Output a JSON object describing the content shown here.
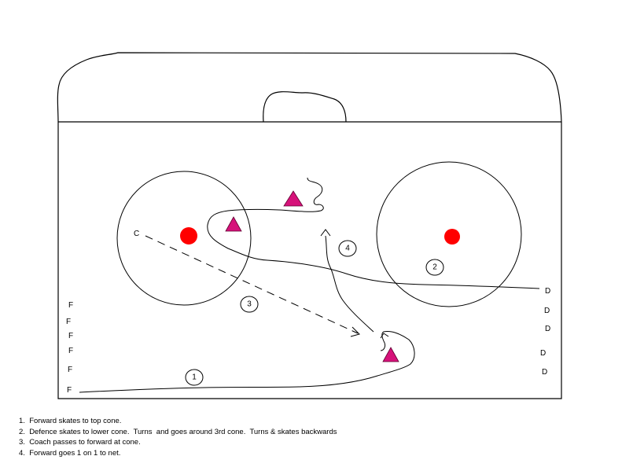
{
  "coach_label": "C",
  "forward_labels": [
    "F",
    "F",
    "F",
    "F",
    "F",
    "F"
  ],
  "defence_labels": [
    "D",
    "D",
    "D",
    "D",
    "D"
  ],
  "step_labels": [
    "1",
    "2",
    "3",
    "4"
  ],
  "notes": [
    "1.  Forward skates to top cone.",
    "2.  Defence skates to lower cone.  Turns  and goes around 3rd cone.  Turns & skates backwards",
    "3.  Coach passes to forward at cone.",
    "4.  Forward goes 1 on 1 to net."
  ],
  "colors": {
    "cone": "#d6127a",
    "faceoff_dot": "#ff0000",
    "line": "#000000"
  }
}
